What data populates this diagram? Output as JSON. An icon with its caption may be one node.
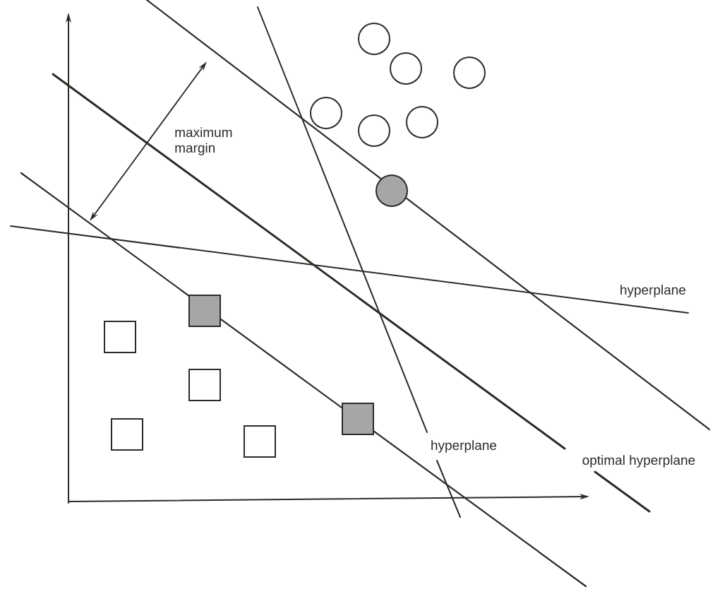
{
  "diagram": {
    "labels": [
      "maximum margin",
      "hyperplane",
      "hyperplane",
      "optimal hyperplane"
    ]
  }
}
